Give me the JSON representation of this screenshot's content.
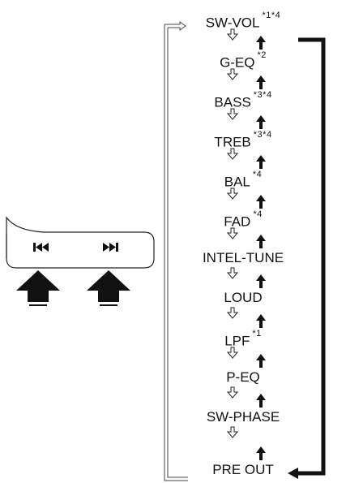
{
  "menu_items": [
    {
      "label": "SW-VOL",
      "note": "*1*4"
    },
    {
      "label": "G-EQ",
      "note": "*2"
    },
    {
      "label": "BASS",
      "note": "*3*4"
    },
    {
      "label": "TREB",
      "note": "*3*4"
    },
    {
      "label": "BAL",
      "note": "*4"
    },
    {
      "label": "FAD",
      "note": "*4"
    },
    {
      "label": "INTEL-TUNE",
      "note": ""
    },
    {
      "label": "LOUD",
      "note": ""
    },
    {
      "label": "LPF",
      "note": "*1"
    },
    {
      "label": "P-EQ",
      "note": ""
    },
    {
      "label": "SW-PHASE",
      "note": ""
    },
    {
      "label": "PRE OUT",
      "note": ""
    }
  ],
  "control_panel": {
    "prev_icon": "skip-previous-icon",
    "next_icon": "skip-next-icon",
    "press_indicator_icon": "press-arrow-icon"
  },
  "flow": {
    "down_arrow_icon": "hollow-down-arrow-icon",
    "up_arrow_icon": "solid-up-arrow-icon",
    "line_color": "#111111"
  }
}
